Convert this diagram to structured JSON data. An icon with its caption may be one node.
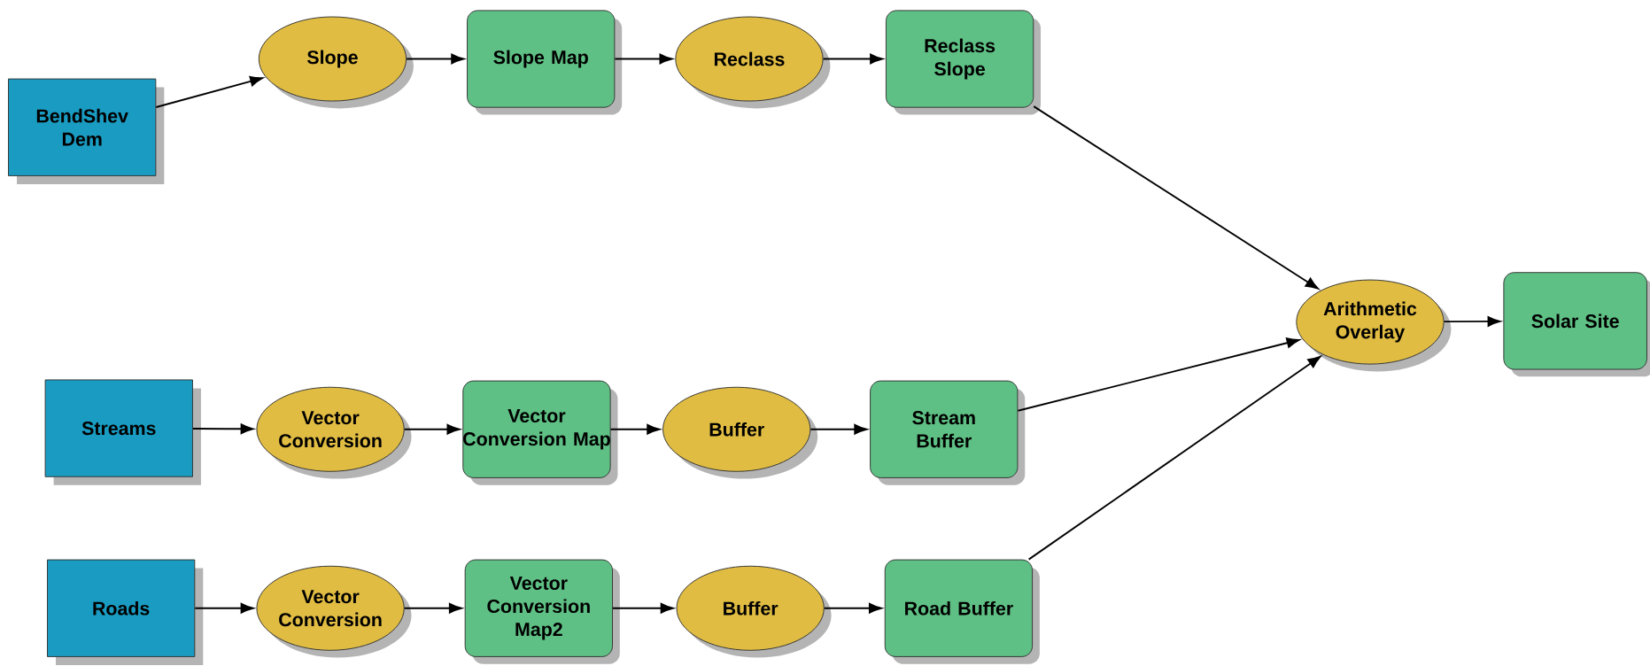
{
  "diagram": {
    "nodes": [
      {
        "text": [
          "BendShev Dem"
        ]
      },
      {
        "text": [
          "Slope"
        ]
      },
      {
        "text": [
          "Slope Map"
        ]
      },
      {
        "text": [
          "Reclass"
        ]
      },
      {
        "text": [
          "Reclass Slope"
        ]
      },
      {
        "text": [
          "Streams"
        ]
      },
      {
        "text": [
          "Vector Conversion"
        ]
      },
      {
        "text": [
          "Vector Conversion Map"
        ]
      },
      {
        "text": [
          "Buffer"
        ]
      },
      {
        "text": [
          "Stream Buffer"
        ]
      },
      {
        "text": [
          "Roads"
        ]
      },
      {
        "text": [
          "Vector Conversion"
        ]
      },
      {
        "text": [
          "Vector Conversion Map2"
        ]
      },
      {
        "text": [
          "Buffer"
        ]
      },
      {
        "text": [
          "Road Buffer"
        ]
      },
      {
        "text": [
          "Arithmetic Overlay"
        ]
      },
      {
        "text": [
          "Solar Site"
        ]
      }
    ],
    "edges": [
      {
        "from": 0,
        "to": 1,
        "arrow": "to"
      },
      {
        "from": 1,
        "to": 2,
        "arrow": "to"
      },
      {
        "from": 2,
        "to": 3,
        "arrow": "to"
      },
      {
        "from": 3,
        "to": 4,
        "arrow": "to"
      },
      {
        "from": 4,
        "to": 15,
        "arrow": "to"
      },
      {
        "from": 5,
        "to": 6,
        "arrow": "to"
      },
      {
        "from": 6,
        "to": 7,
        "arrow": "to"
      },
      {
        "from": 7,
        "to": 8,
        "arrow": "to"
      },
      {
        "from": 8,
        "to": 9,
        "arrow": "to"
      },
      {
        "from": 9,
        "to": 15,
        "arrow": "to"
      },
      {
        "from": 10,
        "to": 11,
        "arrow": "to"
      },
      {
        "from": 11,
        "to": 12,
        "arrow": "to"
      },
      {
        "from": 12,
        "to": 13,
        "arrow": "to"
      },
      {
        "from": 13,
        "to": 14,
        "arrow": "to"
      },
      {
        "from": 14,
        "to": 15,
        "arrow": "to"
      },
      {
        "from": 15,
        "to": 16,
        "arrow": "to"
      }
    ]
  }
}
